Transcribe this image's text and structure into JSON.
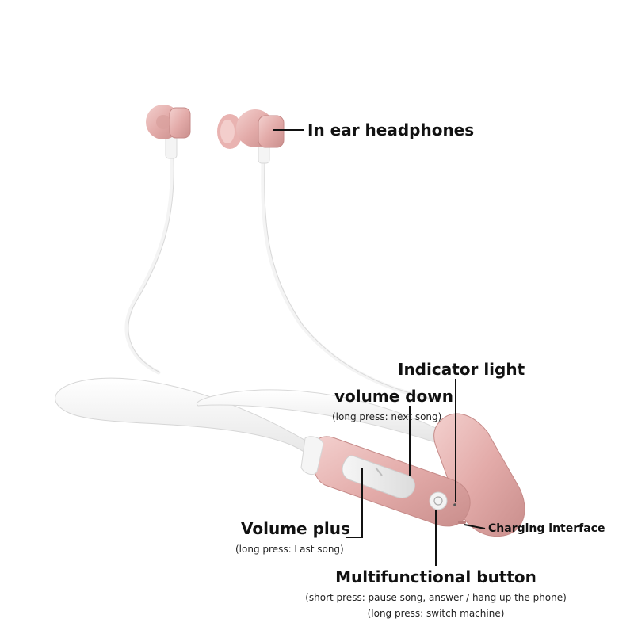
{
  "labels": {
    "in_ear": "In ear headphones",
    "indicator": "Indicator light",
    "volume_down": "volume down",
    "volume_down_note": "(long press: next song)",
    "volume_plus": "Volume plus",
    "volume_plus_note": "(long press: Last song)",
    "charging": "Charging interface",
    "multifunction": "Multifunctional button",
    "multifunction_note_1": "(short press: pause song, answer / hang up the phone)",
    "multifunction_note_2": "(long press: switch machine)"
  },
  "colors": {
    "rose_gold": "#e8b4b2",
    "rose_gold_dark": "#c98e8c",
    "cable_white": "#f7f7f7",
    "label_text": "#111111"
  }
}
